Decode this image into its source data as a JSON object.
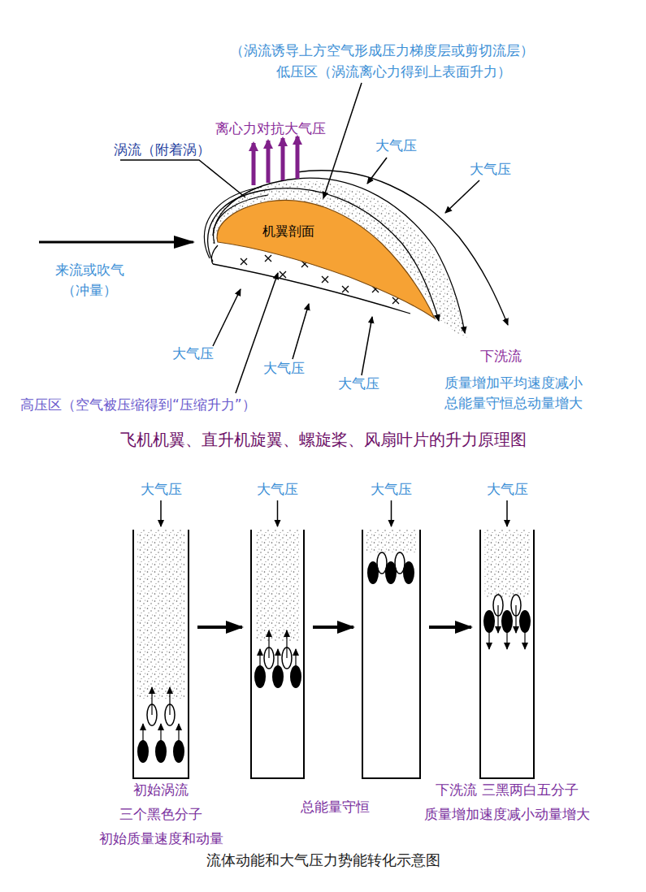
{
  "diagram": {
    "title": "飞机机翼、直升机旋翼、螺旋桨、风扇叶片的升力原理图",
    "caption": "流体动能和大气压力势能转化示意图",
    "nodes": [
      {
        "text": [
          "机翼剖面"
        ]
      },
      {
        "text": [
          "大气压",
          "初始涡流 三个黑色分子 初始质量速度和动量"
        ]
      },
      {
        "text": [
          "大气压"
        ]
      },
      {
        "text": [
          "大气压"
        ]
      },
      {
        "text": [
          "大气压",
          "下洗流 三黑两白五分子 质量增加速度减小动量增大"
        ]
      }
    ],
    "edges": [
      {
        "from": 1,
        "to": 2,
        "arrow": "to"
      },
      {
        "from": 2,
        "to": 3,
        "arrow": "to"
      },
      {
        "from": 3,
        "to": 4,
        "arrow": "to"
      }
    ],
    "labels": [
      "（涡流诱导上方空气形成压力梯度层或剪切流层）",
      "低压区（涡流离心力得到上表面升力）",
      "离心力对抗大气压",
      "涡流（附着涡）",
      "大气压",
      "大气压",
      "来流或吹气 （冲量）",
      "大气压",
      "大气压",
      "大气压",
      "下洗流",
      "质量增加平均速度减小 总能量守恒总动量增大",
      "高压区（空气被压缩得到“压缩升力”）",
      "总能量守恒"
    ]
  }
}
